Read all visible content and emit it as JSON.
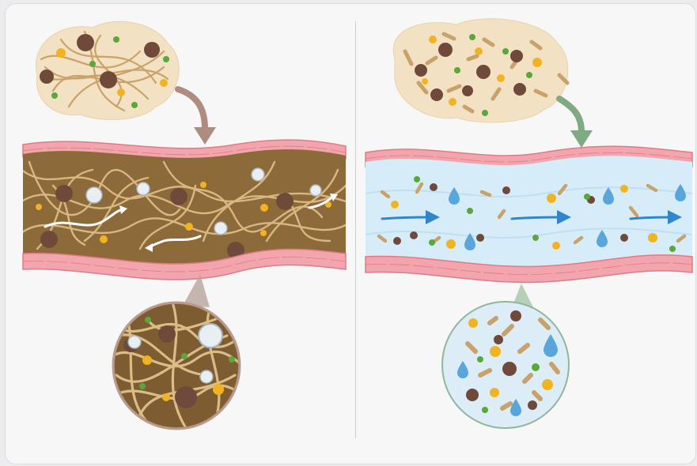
{
  "figure": {
    "panels": [
      {
        "id": "left",
        "state": "tangled-fiber-mass-slow-flow",
        "accent": "#b08b80"
      },
      {
        "id": "right",
        "state": "dispersed-particles-fluid-flow",
        "accent": "#7faa82"
      }
    ],
    "colors": {
      "vessel_wall": "#f3a5ad",
      "vessel_wall_dark": "#e07a86",
      "left_lumen": "#8d6a3a",
      "fiber": "#d9b780",
      "right_lumen": "#d6ecf8",
      "flow_arrow": "#2f86cc",
      "brown_particle": "#6f4a3a",
      "yellow_particle": "#f2b321",
      "green_particle": "#58a83a",
      "droplet": "#5aa6dc"
    },
    "icons": [
      "tangle-cloud-icon",
      "particle-cloud-icon",
      "curved-arrow-icon",
      "flow-arrow-icon",
      "magnifier-circle-icon",
      "water-drop-icon"
    ]
  }
}
